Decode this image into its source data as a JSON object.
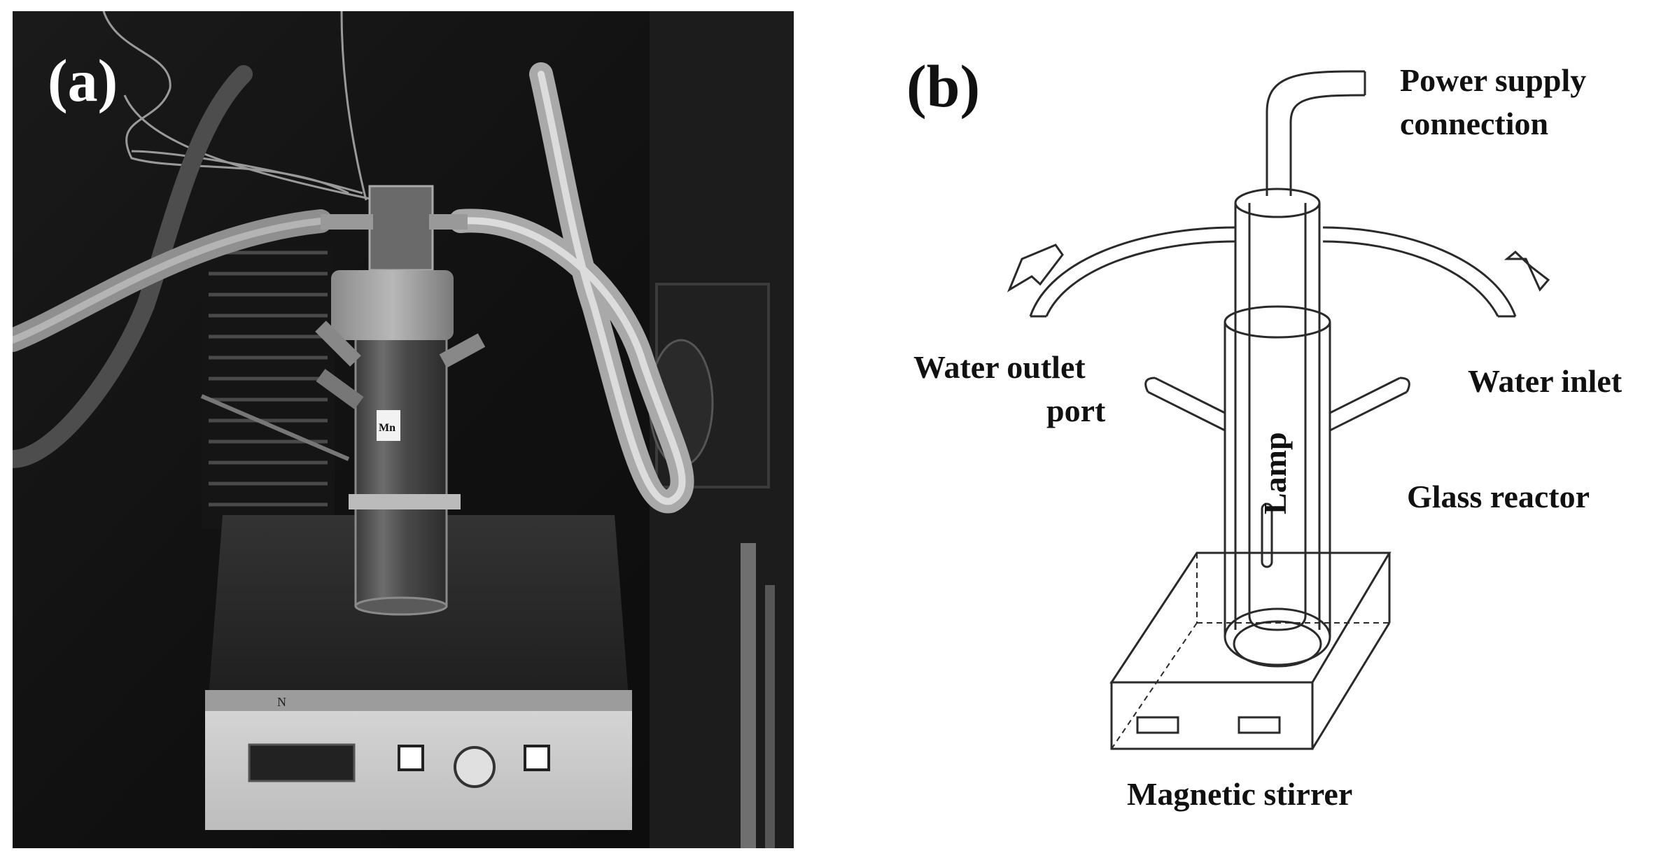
{
  "panel_a": {
    "letter": "(a)",
    "photo_labels": {
      "front_mark": "N",
      "tube_tag": "Mn"
    }
  },
  "panel_b": {
    "letter": "(b)",
    "labels": {
      "power_line1": "Power supply",
      "power_line2": "connection",
      "outlet_line1": "Water outlet",
      "outlet_line2": "port",
      "inlet": "Water inlet",
      "glass_reactor": "Glass reactor",
      "lamp": "Lamp",
      "stirrer": "Magnetic stirrer"
    }
  }
}
